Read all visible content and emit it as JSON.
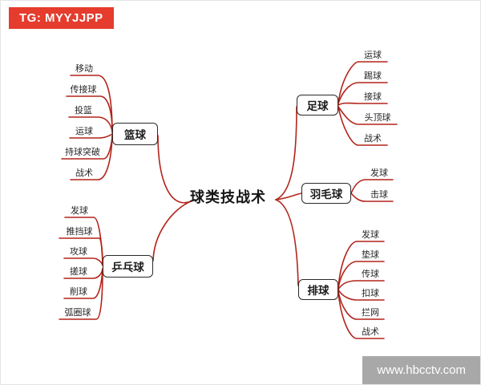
{
  "watermark_top": "TG: MYYJJPP",
  "watermark_bottom": "www.hbcctv.com",
  "colors": {
    "line-color": "#b3241a",
    "banner-red": "#e53c2e",
    "banner-gray": "#a8a8a8"
  },
  "mindmap": {
    "title": "球类技战术",
    "branches": [
      {
        "label": "篮球",
        "children": [
          "移动",
          "传接球",
          "投篮",
          "运球",
          "持球突破",
          "战术"
        ]
      },
      {
        "label": "乒乓球",
        "children": [
          "发球",
          "推挡球",
          "攻球",
          "搓球",
          "削球",
          "弧圈球"
        ]
      },
      {
        "label": "足球",
        "children": [
          "运球",
          "踢球",
          "接球",
          "头顶球",
          "战术"
        ]
      },
      {
        "label": "羽毛球",
        "children": [
          "发球",
          "击球"
        ]
      },
      {
        "label": "排球",
        "children": [
          "发球",
          "垫球",
          "传球",
          "扣球",
          "拦网",
          "战术"
        ]
      }
    ]
  }
}
